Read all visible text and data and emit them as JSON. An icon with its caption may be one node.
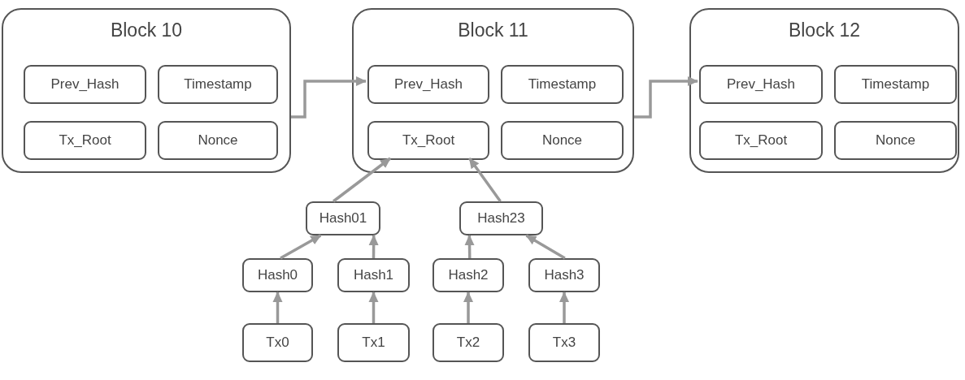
{
  "diagram": {
    "nodes": [
      {
        "text": [
          "Block 10"
        ]
      },
      {
        "text": [
          "Prev_Hash"
        ],
        "in": 0
      },
      {
        "text": [
          "Timestamp"
        ],
        "in": 0
      },
      {
        "text": [
          "Tx_Root"
        ],
        "in": 0
      },
      {
        "text": [
          "Nonce"
        ],
        "in": 0
      },
      {
        "text": [
          "Block 11"
        ]
      },
      {
        "text": [
          "Prev_Hash"
        ],
        "in": 5
      },
      {
        "text": [
          "Timestamp"
        ],
        "in": 5
      },
      {
        "text": [
          "Tx_Root"
        ],
        "in": 5
      },
      {
        "text": [
          "Nonce"
        ],
        "in": 5
      },
      {
        "text": [
          "Block 12"
        ]
      },
      {
        "text": [
          "Prev_Hash"
        ],
        "in": 10
      },
      {
        "text": [
          "Timestamp"
        ],
        "in": 10
      },
      {
        "text": [
          "Tx_Root"
        ],
        "in": 10
      },
      {
        "text": [
          "Nonce"
        ],
        "in": 10
      },
      {
        "text": [
          "Hash01"
        ]
      },
      {
        "text": [
          "Hash23"
        ]
      },
      {
        "text": [
          "Hash0"
        ]
      },
      {
        "text": [
          "Hash1"
        ]
      },
      {
        "text": [
          "Hash2"
        ]
      },
      {
        "text": [
          "Hash3"
        ]
      },
      {
        "text": [
          "Tx0"
        ]
      },
      {
        "text": [
          "Tx1"
        ]
      },
      {
        "text": [
          "Tx2"
        ]
      },
      {
        "text": [
          "Tx3"
        ]
      }
    ],
    "edges": [
      {
        "from": 0,
        "to": 6,
        "arrow": "to"
      },
      {
        "from": 5,
        "to": 11,
        "arrow": "to"
      },
      {
        "from": 15,
        "to": 8,
        "arrow": "to"
      },
      {
        "from": 16,
        "to": 8,
        "arrow": "to"
      },
      {
        "from": 17,
        "to": 15,
        "arrow": "to"
      },
      {
        "from": 18,
        "to": 15,
        "arrow": "to"
      },
      {
        "from": 19,
        "to": 16,
        "arrow": "to"
      },
      {
        "from": 20,
        "to": 16,
        "arrow": "to"
      },
      {
        "from": 21,
        "to": 17,
        "arrow": "to"
      },
      {
        "from": 22,
        "to": 18,
        "arrow": "to"
      },
      {
        "from": 23,
        "to": 19,
        "arrow": "to"
      },
      {
        "from": 24,
        "to": 20,
        "arrow": "to"
      }
    ]
  }
}
